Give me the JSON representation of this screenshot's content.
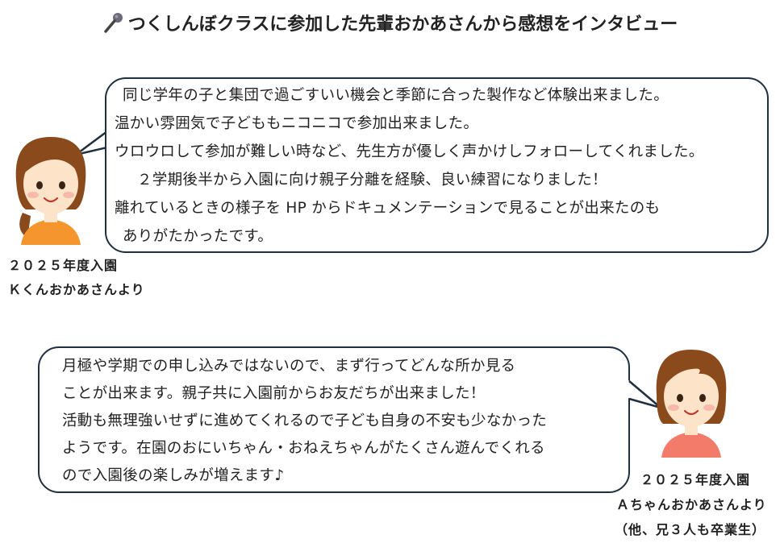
{
  "title": "つくしんぼクラスに参加した先輩おかあさんから感想をインタビュー",
  "icons": {
    "title_icon": "microphone-icon",
    "avatar1": "girl-avatar-orange",
    "avatar2": "girl-avatar-pink"
  },
  "interview1": {
    "lines": [
      "同じ学年の子と集団で過ごすいい機会と季節に合った製作など体験出来ました。",
      "温かい雰囲気で子どももニコニコで参加出来ました。",
      "ウロウロして参加が難しい時など、先生方が優しく声かけしフォローしてくれました。",
      "２学期後半から入園に向け親子分離を経験、良い練習になりました！",
      "離れているときの様子を HP からドキュメンテーションで見ることが出来たのも",
      "ありがたかったです。"
    ],
    "caption_year": "２０２５年度入園",
    "caption_name": "Ｋくんおかあさんより"
  },
  "interview2": {
    "lines": [
      "月極や学期での申し込みではないので、まず行ってどんな所か見る",
      "ことが出来ます。親子共に入園前からお友だちが出来ました！",
      "活動も無理強いせずに進めてくれるので子ども自身の不安も少なかった",
      "ようです。在園のおにいちゃん・おねえちゃんがたくさん遊んでくれる",
      "ので入園後の楽しみが増えます♪"
    ],
    "caption_year": "２０２５年度入園",
    "caption_name": "Ａちゃんおかあさんより",
    "caption_note": "（他、兄３人も卒業生）"
  },
  "colors": {
    "bubble_border": "#1f2f3f",
    "hair": "#8a4a1c",
    "skin": "#fde3c8",
    "shirt1": "#f4952e",
    "shirt2": "#f37b6a"
  }
}
